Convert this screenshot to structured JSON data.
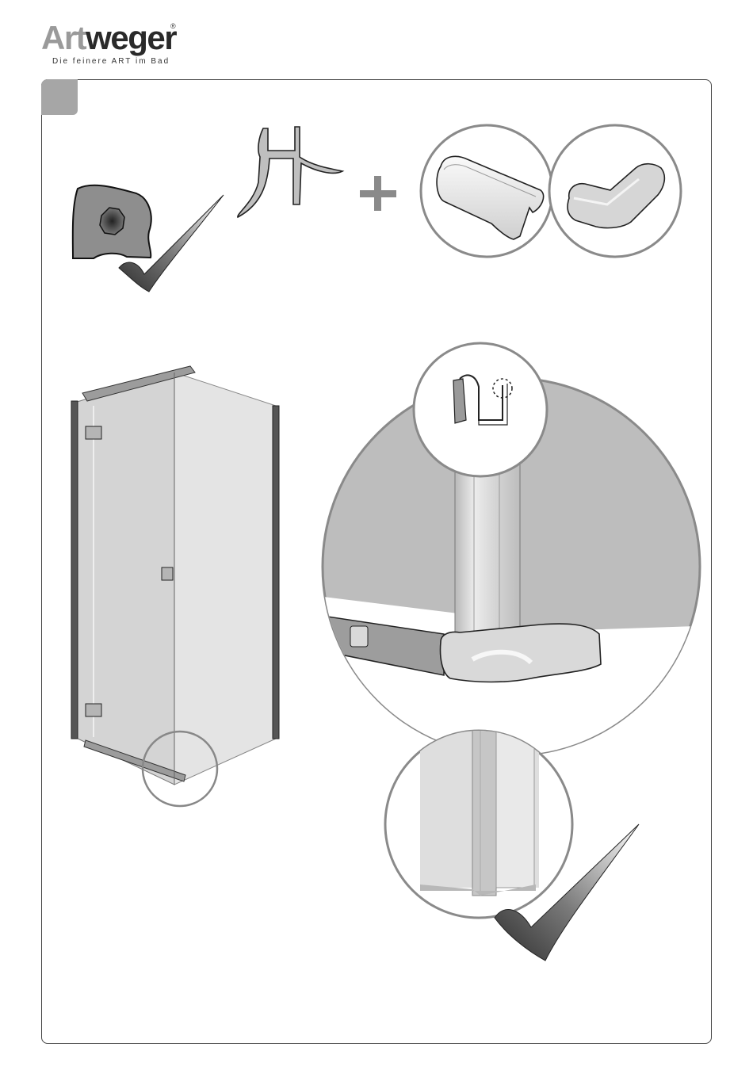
{
  "brand": {
    "name_part1": "Art",
    "name_part2": "weger",
    "registered_mark": "®",
    "tagline": "Die feinere ART im Bad"
  },
  "icons": {
    "top_left": "damaged-seal-profile-icon",
    "top_middle": "seal-strip-profile-icon",
    "plus": "plus-icon",
    "end_cap_straight": "end-cap-straight-icon",
    "end_cap_corner": "end-cap-corner-icon",
    "checkmark": "checkmark-icon",
    "enclosure": "shower-enclosure-icon",
    "detail_corner": "corner-detail-zoom-icon",
    "seal_cross_section": "seal-cross-section-icon",
    "seal_bottom_detail": "seal-bottom-detail-icon"
  },
  "colors": {
    "frame": "#444444",
    "step_tab": "#a6a6a6",
    "glass": "#d0d0d0",
    "detail_background": "#bdbdbd"
  }
}
